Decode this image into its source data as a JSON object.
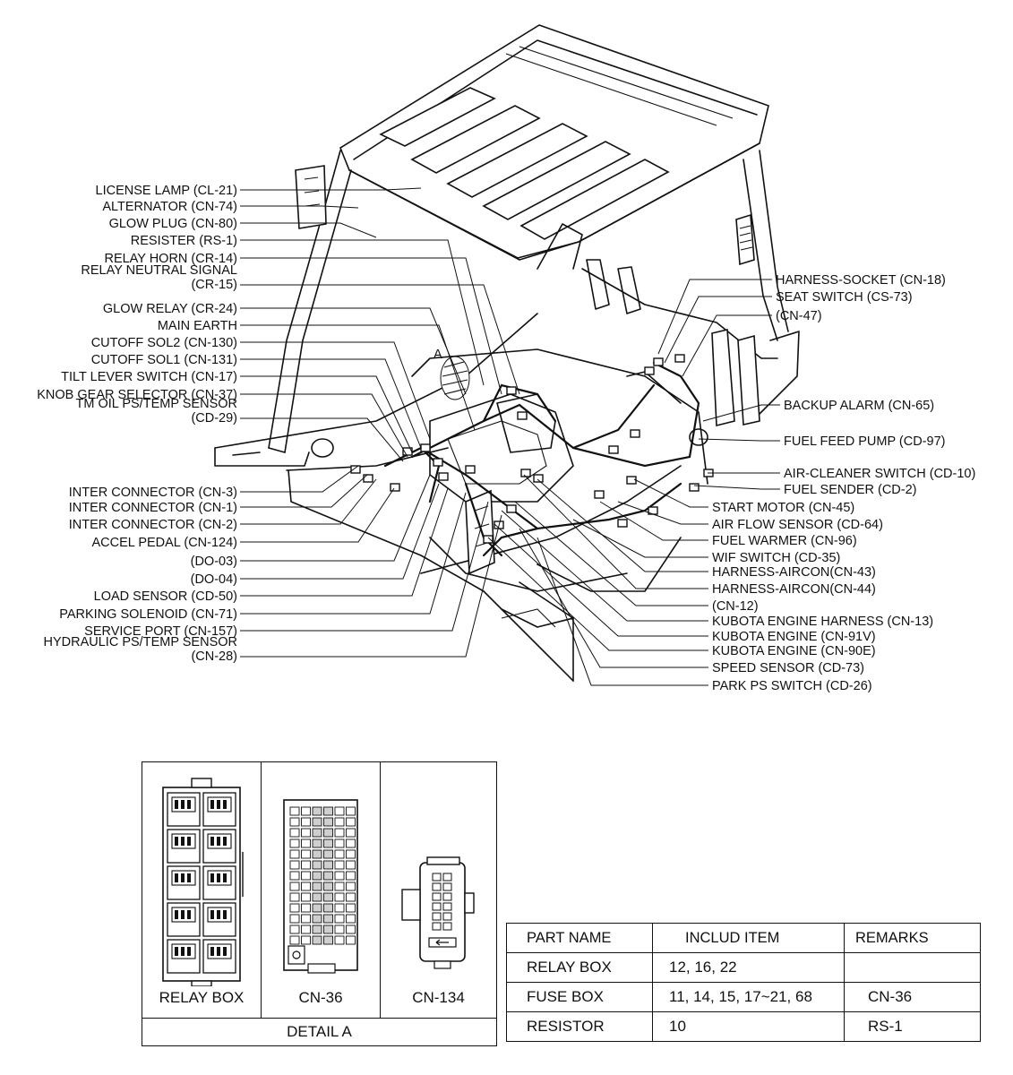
{
  "left_callouts": [
    {
      "lines": [
        "LICENSE LAMP (CL-21)"
      ]
    },
    {
      "lines": [
        "ALTERNATOR (CN-74)"
      ]
    },
    {
      "lines": [
        "GLOW PLUG (CN-80)"
      ]
    },
    {
      "lines": [
        "RESISTER (RS-1)"
      ]
    },
    {
      "lines": [
        "RELAY HORN (CR-14)"
      ]
    },
    {
      "lines": [
        "RELAY NEUTRAL SIGNAL",
        "(CR-15)"
      ]
    },
    {
      "lines": [
        "GLOW RELAY (CR-24)"
      ]
    },
    {
      "lines": [
        "MAIN EARTH"
      ]
    },
    {
      "lines": [
        "CUTOFF SOL2 (CN-130)"
      ]
    },
    {
      "lines": [
        "CUTOFF SOL1 (CN-131)"
      ]
    },
    {
      "lines": [
        "TILT LEVER SWITCH (CN-17)"
      ]
    },
    {
      "lines": [
        "KNOB GEAR SELECTOR (CN-37)"
      ]
    },
    {
      "lines": [
        "TM OIL PS/TEMP SENSOR",
        "(CD-29)"
      ]
    },
    {
      "lines": [
        "INTER CONNECTOR (CN-3)"
      ]
    },
    {
      "lines": [
        "INTER CONNECTOR (CN-1)"
      ]
    },
    {
      "lines": [
        "INTER CONNECTOR (CN-2)"
      ]
    },
    {
      "lines": [
        "ACCEL PEDAL (CN-124)"
      ]
    },
    {
      "lines": [
        "(DO-03)"
      ]
    },
    {
      "lines": [
        "(DO-04)"
      ]
    },
    {
      "lines": [
        "LOAD SENSOR (CD-50)"
      ]
    },
    {
      "lines": [
        "PARKING SOLENOID (CN-71)"
      ]
    },
    {
      "lines": [
        "SERVICE PORT (CN-157)"
      ]
    },
    {
      "lines": [
        "HYDRAULIC PS/TEMP SENSOR",
        "(CN-28)"
      ]
    }
  ],
  "right_callouts": [
    "HARNESS-SOCKET (CN-18)",
    "SEAT SWITCH (CS-73)",
    "(CN-47)",
    "BACKUP ALARM (CN-65)",
    "FUEL FEED PUMP (CD-97)",
    "AIR-CLEANER SWITCH (CD-10)",
    "FUEL SENDER (CD-2)",
    "START MOTOR (CN-45)",
    "AIR FLOW SENSOR (CD-64)",
    "FUEL WARMER (CN-96)",
    "WIF SWITCH (CD-35)",
    "HARNESS-AIRCON(CN-43)",
    "HARNESS-AIRCON(CN-44)",
    "(CN-12)",
    "KUBOTA ENGINE HARNESS (CN-13)",
    "KUBOTA ENGINE (CN-91V)",
    "KUBOTA ENGINE (CN-90E)",
    "SPEED SENSOR (CD-73)",
    "PARK PS SWITCH (CD-26)"
  ],
  "detail_marker": "A",
  "detail": {
    "title": "DETAIL A",
    "cells": [
      "RELAY BOX",
      "CN-36",
      "CN-134"
    ]
  },
  "parts_table": {
    "headers": [
      "PART NAME",
      "INCLUD ITEM",
      "REMARKS"
    ],
    "rows": [
      [
        "RELAY BOX",
        "12, 16, 22",
        ""
      ],
      [
        "FUSE BOX",
        "11, 14, 15, 17~21, 68",
        "CN-36"
      ],
      [
        "RESISTOR",
        "10",
        "RS-1"
      ]
    ]
  }
}
